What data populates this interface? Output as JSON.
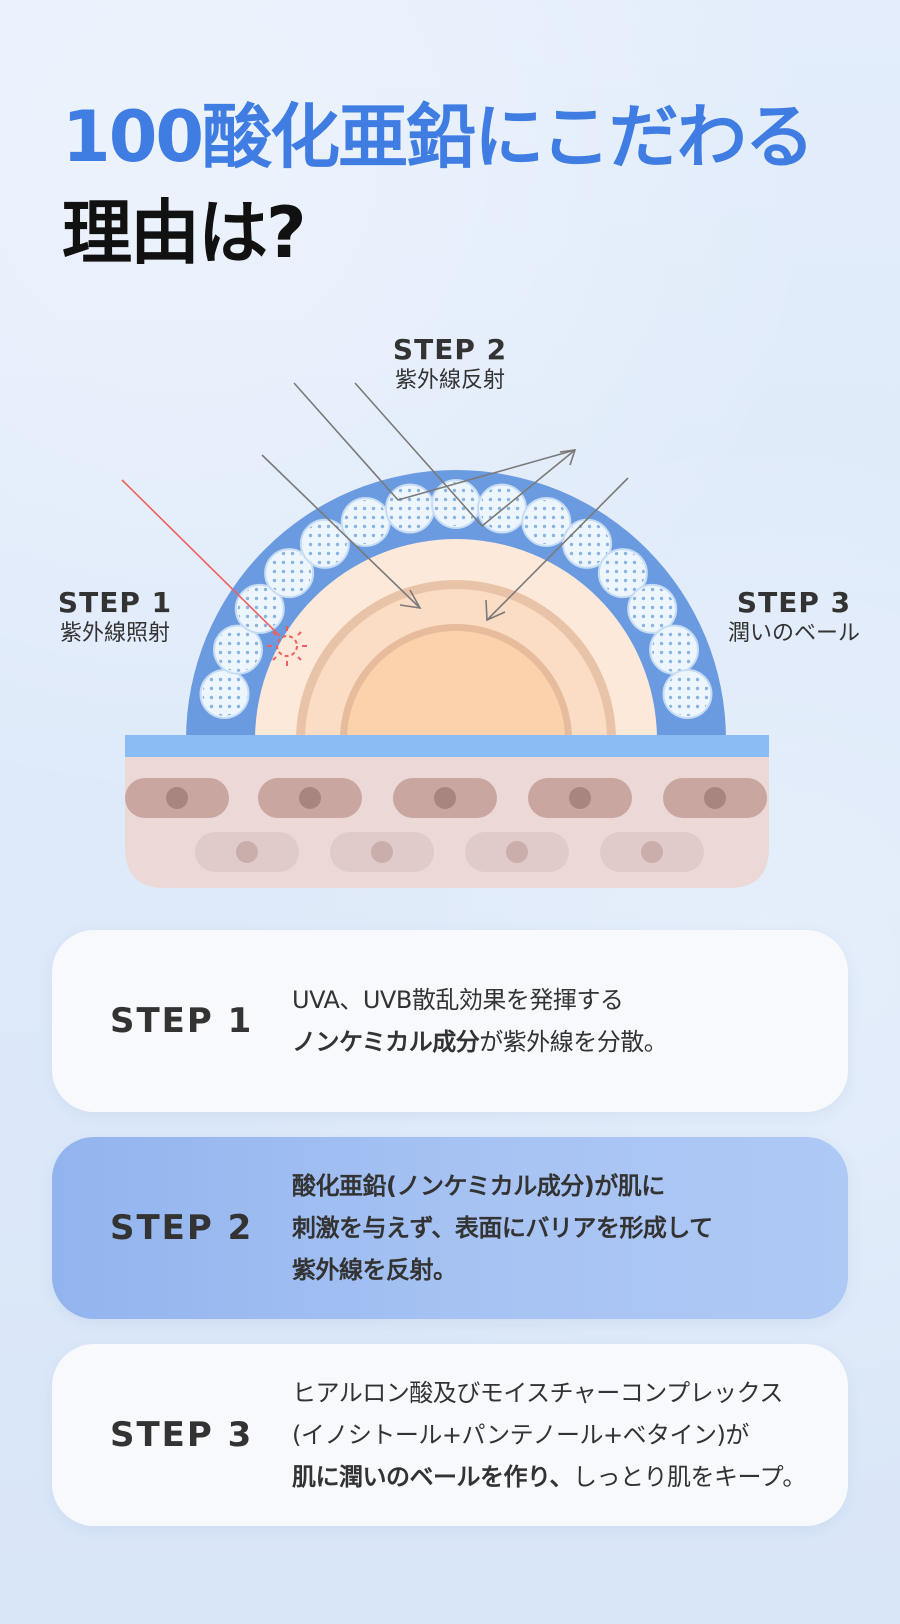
{
  "title": {
    "line1": "100酸化亜鉛にこだわる",
    "line2": "理由は?"
  },
  "diagram": {
    "step1": {
      "step": "STEP 1",
      "text": "紫外線照射"
    },
    "step2": {
      "step": "STEP 2",
      "text": "紫外線反射"
    },
    "step3": {
      "step": "STEP 3",
      "text": "潤いのベール"
    }
  },
  "cards": [
    {
      "step": "STEP 1",
      "lines": [
        {
          "normal": "UVA、UVB散乱効果を発揮する"
        },
        {
          "bold": "ノンケミカル成分",
          "normal": "が紫外線を分散。"
        }
      ]
    },
    {
      "step": "STEP 2",
      "lines": [
        {
          "bold": "酸化亜鉛(ノンケミカル成分)が肌に"
        },
        {
          "bold": "刺激を与えず、表面にバリアを形成して"
        },
        {
          "bold": "紫外線を反射。"
        }
      ]
    },
    {
      "step": "STEP 3",
      "lines": [
        {
          "normal": "ヒアルロン酸及びモイスチャーコンプレックス"
        },
        {
          "normal": "(イノシトール+パンテノール+ベタイン)が"
        },
        {
          "bold": "肌に潤いのベールを作り、",
          "normal": "しっとり肌をキープ。"
        }
      ]
    }
  ],
  "colors": {
    "title_blue": "#3f7de3",
    "highlight_card": "#a2bff2",
    "shield_blue": "#6a9be0",
    "uv_ray": "#ef5f5f"
  }
}
